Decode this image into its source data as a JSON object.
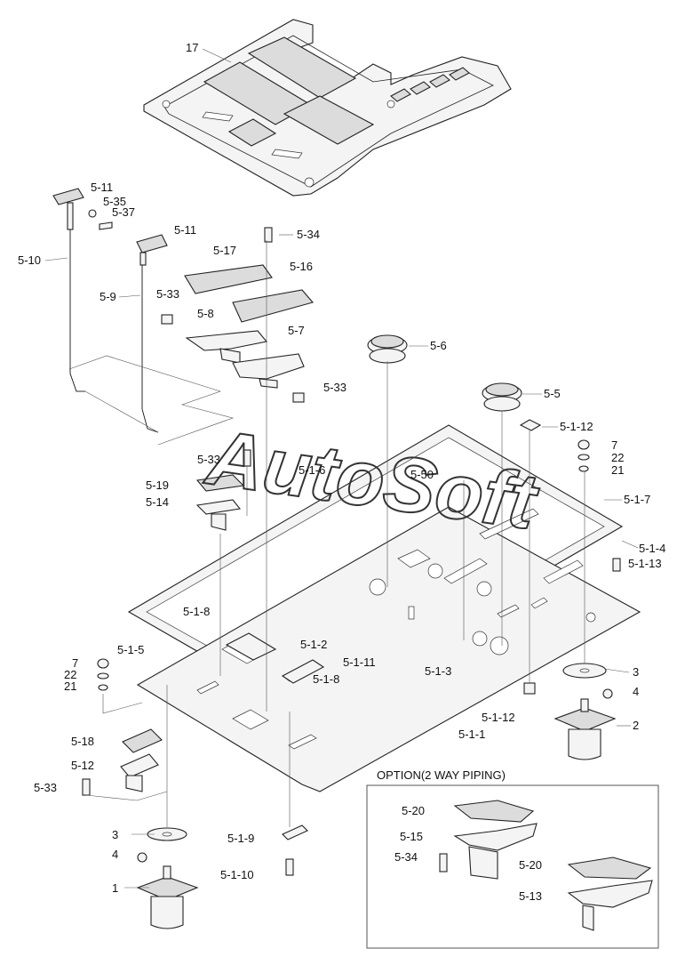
{
  "watermark": "AutoSoft",
  "option_box": {
    "title": "OPTION(2 WAY PIPING)"
  },
  "labels": {
    "l17": "17",
    "l5_11a": "5-11",
    "l5_35": "5-35",
    "l5_37": "5-37",
    "l5_11b": "5-11",
    "l5_10": "5-10",
    "l5_34a": "5-34",
    "l5_17": "5-17",
    "l5_16": "5-16",
    "l5_9": "5-9",
    "l5_33a": "5-33",
    "l5_8": "5-8",
    "l5_7": "5-7",
    "l5_6": "5-6",
    "l5_33b": "5-33",
    "l5_5": "5-5",
    "l5_1_12a": "5-1-12",
    "l7a": "7",
    "l22a": "22",
    "l21a": "21",
    "l5_33c": "5-33",
    "l5_1_6": "5-1-6",
    "l5_50": "5-50",
    "l5_19": "5-19",
    "l5_14": "5-14",
    "l5_1_7": "5-1-7",
    "l5_1_4": "5-1-4",
    "l5_1_13": "5-1-13",
    "l5_1_8a": "5-1-8",
    "l5_1_5": "5-1-5",
    "l5_1_2": "5-1-2",
    "l5_1_11": "5-1-11",
    "l5_1_3": "5-1-3",
    "l7b": "7",
    "l22b": "22",
    "l21b": "21",
    "l5_1_8b": "5-1-8",
    "l3a": "3",
    "l4a": "4",
    "l5_1_12b": "5-1-12",
    "l5_1_1": "5-1-1",
    "l2": "2",
    "l5_18": "5-18",
    "l5_12": "5-12",
    "l5_33d": "5-33",
    "l5_20a": "5-20",
    "l5_15": "5-15",
    "l5_34b": "5-34",
    "l5_20b": "5-20",
    "l5_13": "5-13",
    "l3b": "3",
    "l4b": "4",
    "l1": "1",
    "l5_1_9": "5-1-9",
    "l5_1_10": "5-1-10"
  }
}
